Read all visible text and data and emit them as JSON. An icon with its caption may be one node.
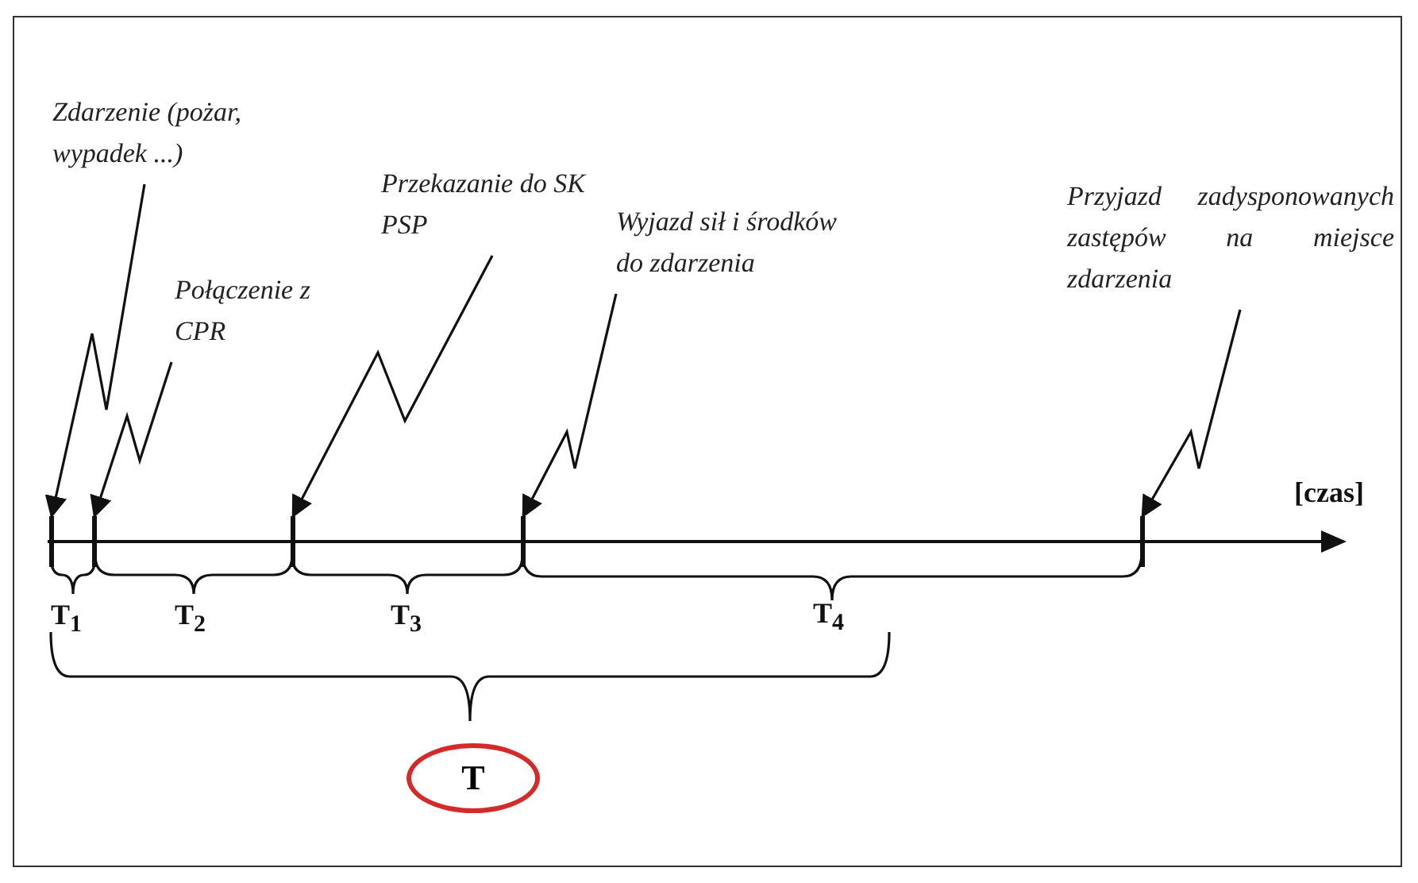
{
  "diagram": {
    "nodes": [
      {
        "text": [
          "Zdarzenie (pożar, wypadek ...)"
        ]
      },
      {
        "text": [
          "Połączenie z CPR"
        ]
      },
      {
        "text": [
          "Przekazanie do SK PSP"
        ]
      },
      {
        "text": [
          "Wyjazd sił i środków do zdarzenia"
        ]
      },
      {
        "text": [
          "Przyjazd zadysponowanych zastępów na miejsce zdarzenia"
        ]
      },
      {
        "text": [],
        "shape": "bar"
      },
      {
        "text": [],
        "shape": "bar"
      },
      {
        "text": [],
        "shape": "bar"
      },
      {
        "text": [],
        "shape": "bar"
      },
      {
        "text": [],
        "shape": "bar"
      },
      {
        "text": [
          "T"
        ]
      }
    ],
    "edges": [
      {
        "from": 0,
        "to": 5,
        "arrow": "to"
      },
      {
        "from": 1,
        "to": 6,
        "arrow": "to"
      },
      {
        "from": 2,
        "to": 7,
        "arrow": "to"
      },
      {
        "from": 3,
        "to": 8,
        "arrow": "to"
      },
      {
        "from": 4,
        "to": 9,
        "arrow": "to"
      }
    ],
    "labels": [
      "[czas]",
      "T$_{1}$",
      "T$_{2}$",
      "T$_{3}$",
      "T$_{4}$"
    ]
  }
}
